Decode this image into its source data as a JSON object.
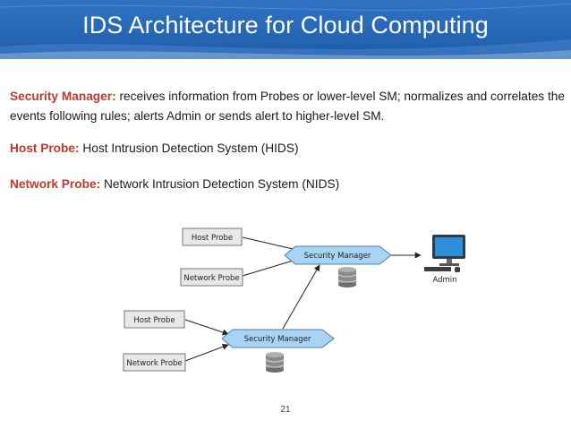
{
  "slide": {
    "title": "IDS Architecture for Cloud Computing",
    "page_number": "21"
  },
  "definitions": [
    {
      "term": "Security Manager:",
      "text": " receives information from Probes or lower-level SM; normalizes and correlates the events following rules; alerts Admin or sends alert to higher-level SM."
    },
    {
      "term": "Host Probe:",
      "text": " Host Intrusion Detection System (HIDS)"
    },
    {
      "term": "Network Probe:",
      "text": " Network Intrusion Detection System (NIDS)"
    }
  ],
  "diagram": {
    "top_host_probe": "Host Probe",
    "top_network_probe": "Network Probe",
    "top_security_manager": "Security Manager",
    "admin": "Admin",
    "bottom_host_probe": "Host Probe",
    "bottom_network_probe": "Network Probe",
    "bottom_security_manager": "Security Manager"
  },
  "colors": {
    "header": "#2566b4",
    "term": "#c0392b",
    "manager_fill": "#a9d3f2",
    "probe_fill": "#e8e8e8"
  }
}
